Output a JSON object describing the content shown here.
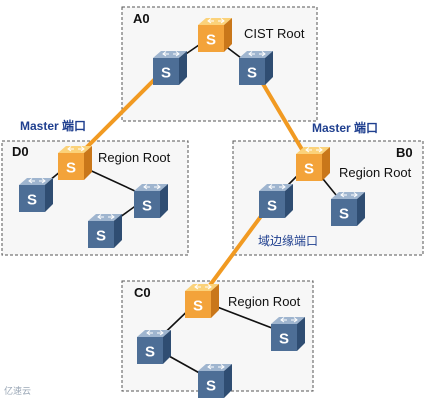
{
  "regions": {
    "a0": {
      "name": "A0",
      "root_label": "CIST Root"
    },
    "b0": {
      "name": "B0",
      "root_label": "Region Root"
    },
    "c0": {
      "name": "C0",
      "root_label": "Region Root"
    },
    "d0": {
      "name": "D0",
      "root_label": "Region Root"
    }
  },
  "ports": {
    "master_left": "Master 端口",
    "master_right": "Master 端口",
    "edge_port": "域边缘端口"
  },
  "icons": {
    "root_switch": "switch-orange-icon",
    "switch": "switch-blue-icon"
  },
  "colors": {
    "root_switch": "#f3a33a",
    "switch": "#4d6e96",
    "master_link": "#f19a22",
    "port_label": "#1f3f8f"
  },
  "footer": {
    "watermark": "亿速云"
  }
}
